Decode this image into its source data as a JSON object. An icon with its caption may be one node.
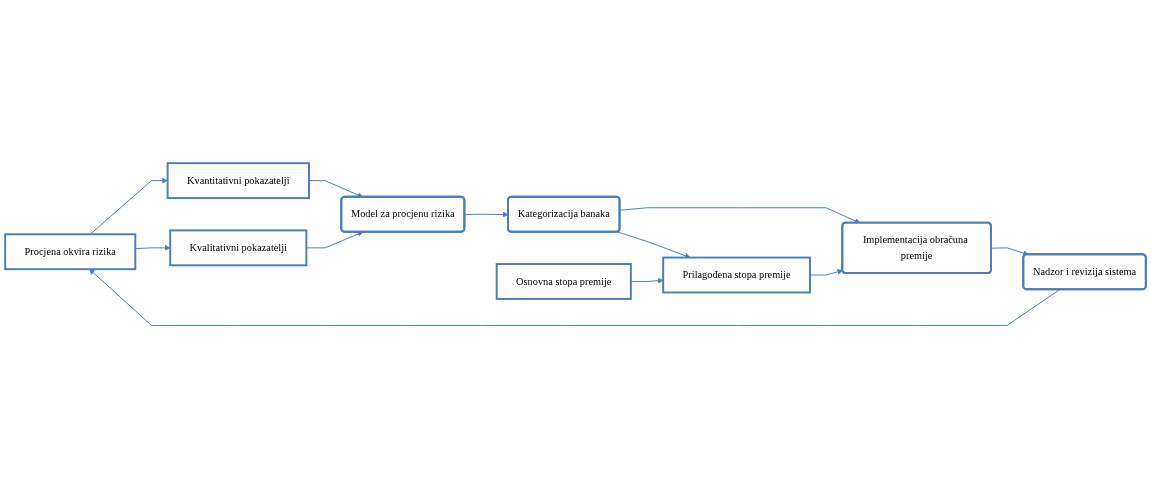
{
  "diagram": {
    "nodes": [
      {
        "text": [
          "Procjena okvira rizika"
        ]
      },
      {
        "text": [
          "Kvantitativni pokazatelji"
        ]
      },
      {
        "text": [
          "Kvalitativni pokazatelji"
        ]
      },
      {
        "text": [
          "Model za procjenu rizika"
        ]
      },
      {
        "text": [
          "Kategorizacija banaka"
        ]
      },
      {
        "text": [
          "Nadzor i revizija sistema"
        ]
      },
      {
        "text": [
          "Implementacija obračuna premije"
        ]
      },
      {
        "text": [
          "Prilagođena stopa premije"
        ]
      },
      {
        "text": [
          "Osnovna stopa premije"
        ]
      }
    ],
    "edges": [
      {
        "from": 0,
        "to": 1,
        "arrow": "to"
      },
      {
        "from": 0,
        "to": 2,
        "arrow": "to"
      },
      {
        "from": 1,
        "to": 3,
        "arrow": "to"
      },
      {
        "from": 2,
        "to": 3,
        "arrow": "to"
      },
      {
        "from": 3,
        "to": 4,
        "arrow": "to"
      },
      {
        "from": 4,
        "to": 7,
        "arrow": "to"
      },
      {
        "from": 8,
        "to": 7,
        "arrow": "to"
      },
      {
        "from": 4,
        "to": 6,
        "arrow": "to"
      },
      {
        "from": 7,
        "to": 6,
        "arrow": "to"
      },
      {
        "from": 6,
        "to": 5,
        "arrow": "to"
      },
      {
        "from": 5,
        "to": 0,
        "arrow": "to"
      }
    ]
  }
}
